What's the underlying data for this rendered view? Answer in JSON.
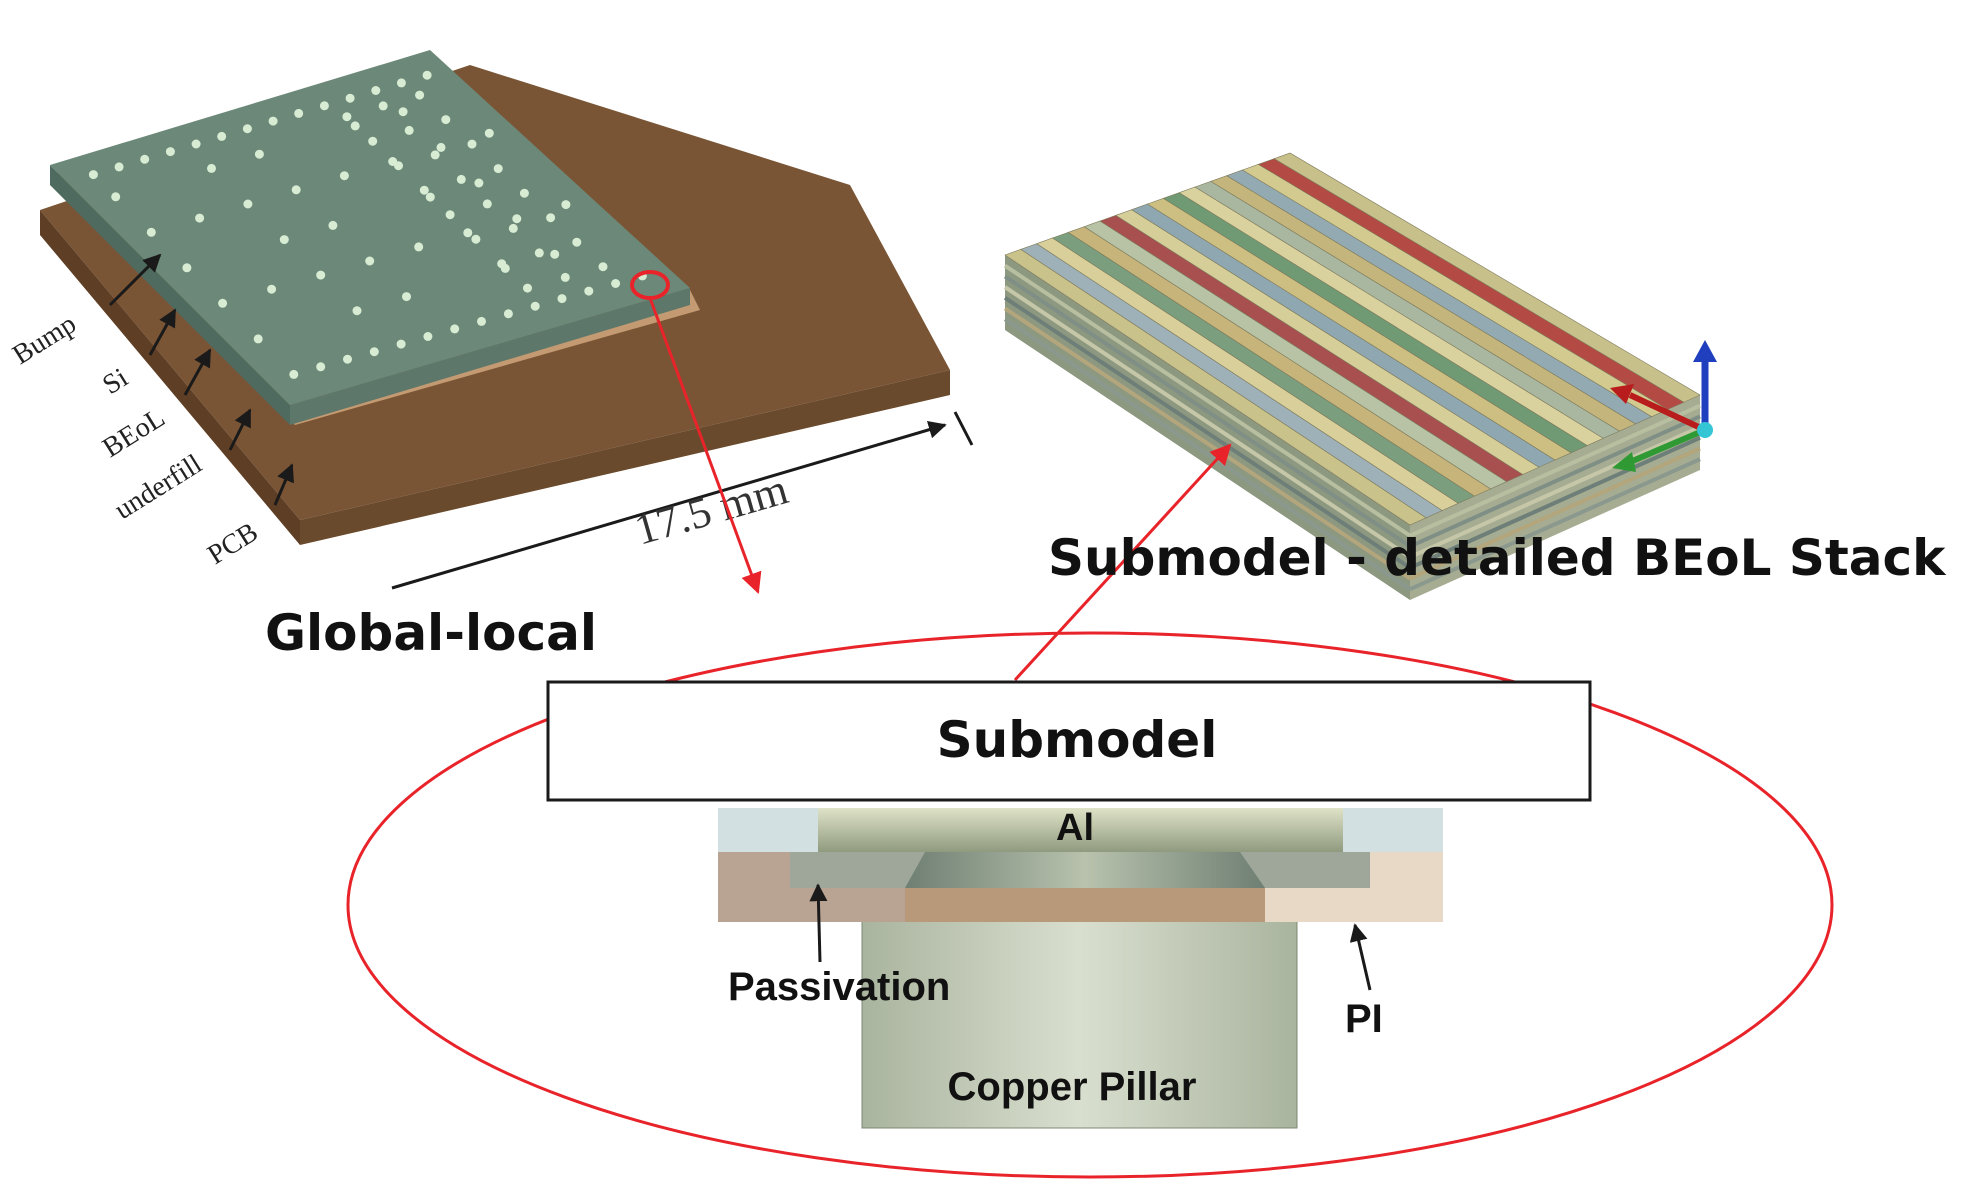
{
  "labels": {
    "bump": "Bump",
    "si": "Si",
    "beol": "BEoL",
    "underfill": "underfill",
    "pcb": "PCB",
    "dimension": "17.5 mm",
    "global_local": "Global-local",
    "submodel_title": "Submodel - detailed BEoL Stack",
    "submodel_box": "Submodel",
    "al": "Al",
    "passivation": "Passivation",
    "pi": "PI",
    "copper_pillar": "Copper Pillar"
  },
  "colors": {
    "pcb": "#7a5535",
    "pcb_side": "#5e3f25",
    "chip_top": "#6b8878",
    "chip_side": "#4f6a5e",
    "beol": "#c39a72",
    "bump": "#d8ecd3",
    "annotation": "#e8242a",
    "arrow_dark": "#1a1a1a"
  },
  "icons": {
    "axis_triad": "xyz-axis-triad-icon",
    "dimension_arrow": "dimension-arrow-icon"
  }
}
